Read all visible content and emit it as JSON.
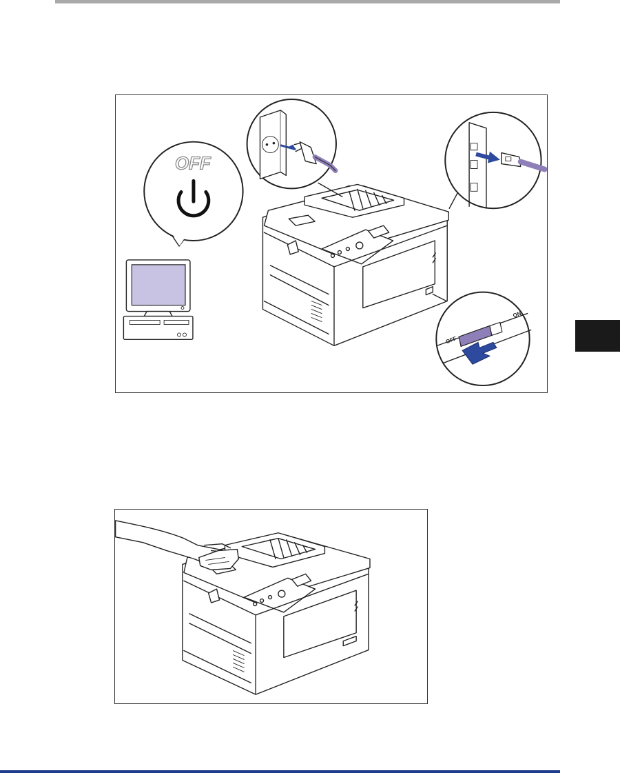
{
  "page": {
    "accent_color": "#1f3a8a",
    "tab_color": "#1a1a1a"
  },
  "figure1": {
    "power_label": "OFF",
    "switch_off_label": "OFF",
    "switch_on_label": "ON",
    "arrow_color": "#2e4a9e",
    "monitor_screen_color": "#c9c3e3",
    "cable_color": "#8f7fb8",
    "icons": [
      "power-icon",
      "wall-outlet-icon",
      "power-plug-icon",
      "usb-cable-icon",
      "power-switch-icon",
      "computer-icon",
      "printer-icon"
    ]
  },
  "figure2": {
    "icons": [
      "printer-icon",
      "hand-with-cloth-icon"
    ]
  }
}
